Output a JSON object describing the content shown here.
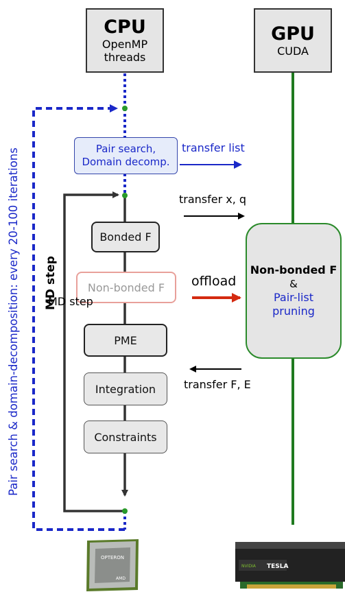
{
  "cpu": {
    "title": "CPU",
    "subtitle_line1": "OpenMP",
    "subtitle_line2": "threads"
  },
  "gpu": {
    "title": "GPU",
    "subtitle": "CUDA"
  },
  "pair_search": {
    "line1": "Pair search,",
    "line2": "Domain decomp."
  },
  "steps": {
    "bonded": "Bonded F",
    "nonbonded": "Non-bonded F",
    "pme": "PME",
    "integration": "Integration",
    "constraints": "Constraints"
  },
  "transfers": {
    "list": "transfer list",
    "xq": "transfer x, q",
    "offload": "offload",
    "fe": "transfer F, E"
  },
  "gpu_task": {
    "line1": "Non-bonded F",
    "amp": "&",
    "line2": "Pair-list",
    "line3": "pruning"
  },
  "loops": {
    "md_step": "MD step",
    "outer": "Pair search & domain-decomposition: every 20-100 iterations"
  },
  "hardware": {
    "cpu_chip_brand": "OPTERON",
    "cpu_chip_vendor": "AMD",
    "gpu_card_brand": "TESLA",
    "gpu_card_vendor": "NVIDIA"
  },
  "colors": {
    "blue": "#1a28c8",
    "green": "#1f7a1f",
    "red": "#d42a10",
    "dark": "#333333"
  }
}
